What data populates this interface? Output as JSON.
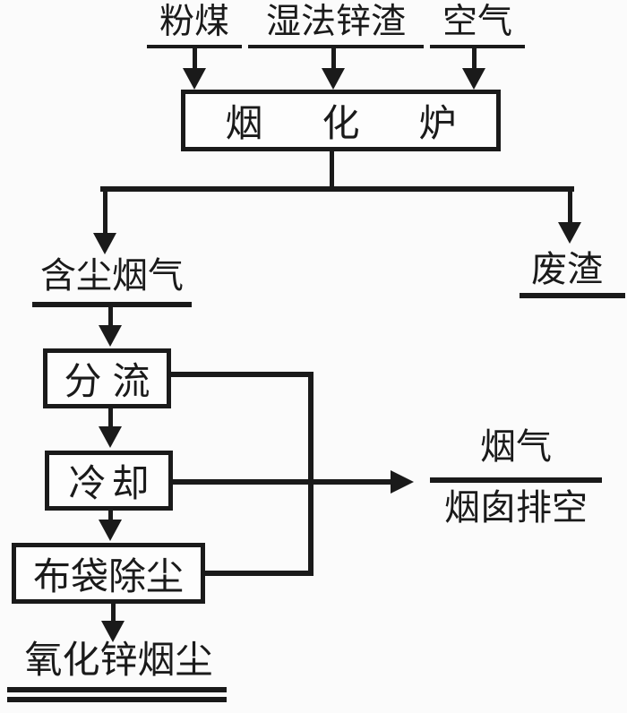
{
  "colors": {
    "ink": "#1a1a1a",
    "paper": "#fbfbfb"
  },
  "diagram_type": "process-flowchart",
  "nodes": {
    "coal": {
      "label": "粉煤"
    },
    "wet_zinc_slag": {
      "label": "湿法锌渣"
    },
    "air": {
      "label": "空气"
    },
    "fuming_furnace": {
      "label": "烟化炉"
    },
    "dusty_flue_gas": {
      "label": "含尘烟气"
    },
    "waste_slag": {
      "label": "废渣"
    },
    "flow_split": {
      "label": "分流"
    },
    "cooling": {
      "label": "冷却"
    },
    "bag_dust_collector": {
      "label": "布袋除尘"
    },
    "zinc_oxide_dust": {
      "label": "氧化锌烟尘"
    },
    "flue_gas": {
      "label": "烟气"
    },
    "stack_discharge": {
      "label": "烟囱排空"
    }
  },
  "edges": [
    {
      "from": "coal",
      "to": "fuming_furnace"
    },
    {
      "from": "wet_zinc_slag",
      "to": "fuming_furnace"
    },
    {
      "from": "air",
      "to": "fuming_furnace"
    },
    {
      "from": "fuming_furnace",
      "to": "dusty_flue_gas"
    },
    {
      "from": "fuming_furnace",
      "to": "waste_slag"
    },
    {
      "from": "dusty_flue_gas",
      "to": "flow_split"
    },
    {
      "from": "flow_split",
      "to": "cooling"
    },
    {
      "from": "cooling",
      "to": "bag_dust_collector"
    },
    {
      "from": "bag_dust_collector",
      "to": "zinc_oxide_dust"
    },
    {
      "from": "flow_split",
      "to": "stack_discharge"
    },
    {
      "from": "cooling",
      "to": "stack_discharge"
    },
    {
      "from": "bag_dust_collector",
      "to": "stack_discharge"
    }
  ]
}
